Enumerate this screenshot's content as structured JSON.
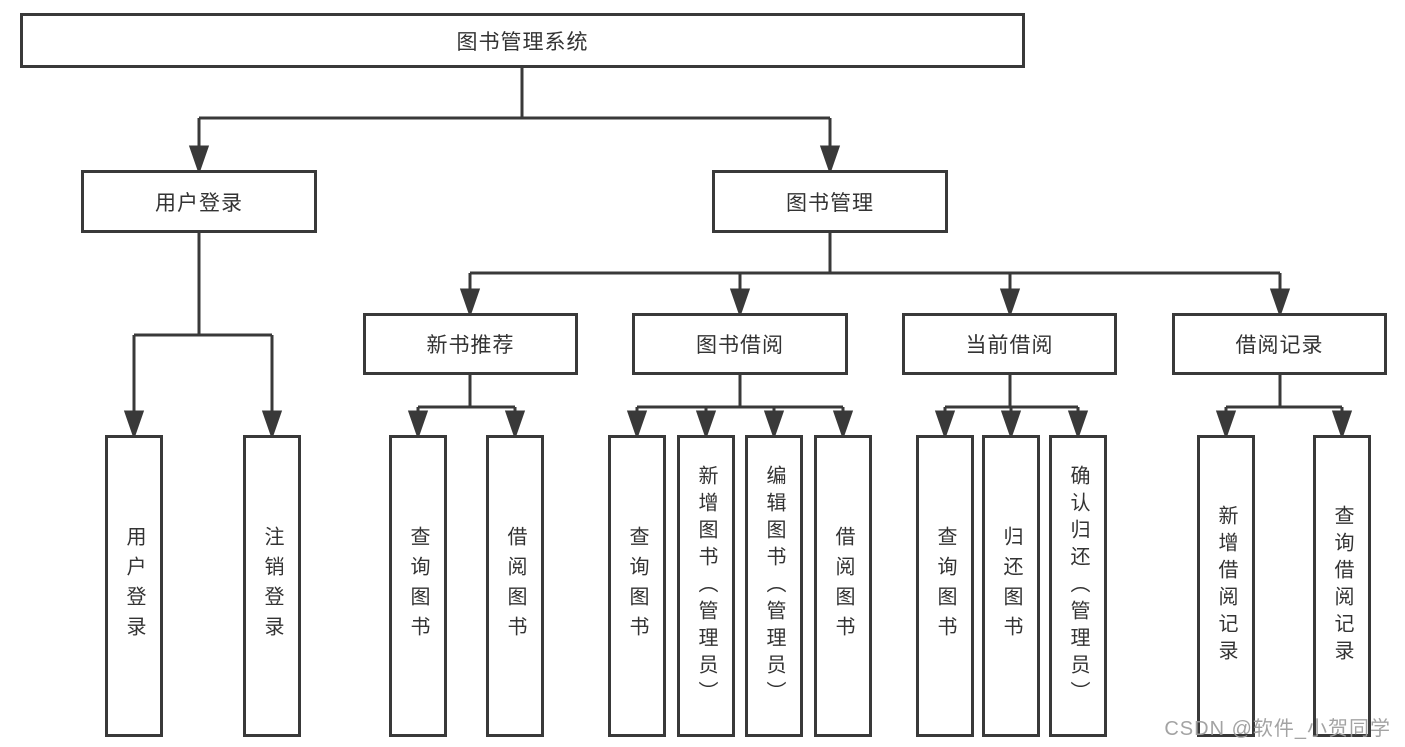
{
  "diagram": {
    "root": {
      "label": "图书管理系统"
    },
    "branches": [
      {
        "label": "用户登录",
        "leaves": [
          {
            "label": "用户登录"
          },
          {
            "label": "注销登录"
          }
        ]
      },
      {
        "label": "图书管理",
        "modules": [
          {
            "label": "新书推荐",
            "leaves": [
              {
                "label": "查询图书"
              },
              {
                "label": "借阅图书"
              }
            ]
          },
          {
            "label": "图书借阅",
            "leaves": [
              {
                "label": "查询图书"
              },
              {
                "label": "新增图书（管理员）"
              },
              {
                "label": "编辑图书（管理员）"
              },
              {
                "label": "借阅图书"
              }
            ]
          },
          {
            "label": "当前借阅",
            "leaves": [
              {
                "label": "查询图书"
              },
              {
                "label": "归还图书"
              },
              {
                "label": "确认归还（管理员）"
              }
            ]
          },
          {
            "label": "借阅记录",
            "leaves": [
              {
                "label": "新增借阅记录"
              },
              {
                "label": "查询借阅记录"
              }
            ]
          }
        ]
      }
    ]
  },
  "watermark": {
    "text": "CSDN @软件_小贺同学"
  },
  "colors": {
    "line": "#393939",
    "text": "#333333",
    "node_background": "#ffffff",
    "page_background": "#ffffff",
    "watermark": "#9e9e9e"
  }
}
